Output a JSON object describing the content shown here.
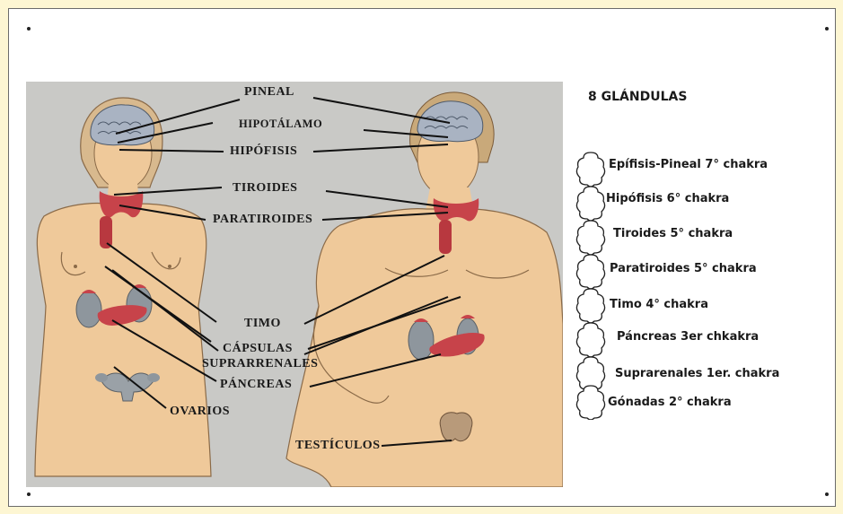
{
  "diagram": {
    "labels": {
      "pineal": "PINEAL",
      "hipotalamo": "HIPOTÁLAMO",
      "hipofisis": "HIPÓFISIS",
      "tiroides": "TIROIDES",
      "paratiroides": "PARATIROIDES",
      "timo": "TIMO",
      "capsulas_1": "CÁPSULAS",
      "capsulas_2": "SUPRARRENALES",
      "pancreas": "PÁNCREAS",
      "ovarios": "OVARIOS",
      "testiculos": "TESTÍCULOS"
    }
  },
  "glands_list": {
    "title": "8 GLÁNDULAS",
    "items": [
      "Epífisis-Pineal 7° chakra",
      "Hipófisis 6° chakra",
      "Tiroides 5° chakra",
      "Paratiroides 5° chakra",
      "Timo 4° chakra",
      "Páncreas 3er chkakra",
      "Suprarenales 1er. chakra",
      "Gónadas 2° chakra"
    ]
  },
  "colors": {
    "frame": "#fdf6d3",
    "illustration_bg": "#c9c9c6",
    "skin": "#efc99a",
    "brain": "#a9b3c2",
    "gland_red": "#c7434a",
    "kidney_gray": "#8e969d"
  }
}
